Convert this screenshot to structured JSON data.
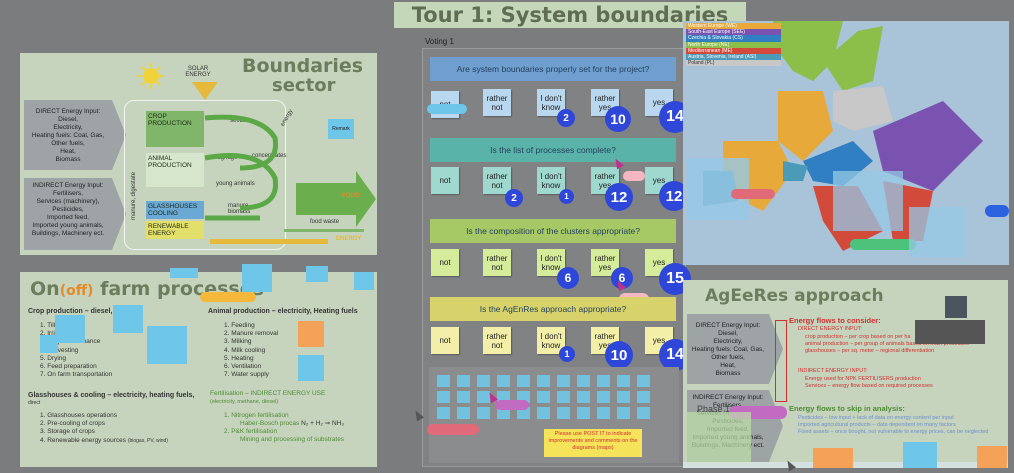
{
  "header": {
    "title": "Tour 1: System boundaries"
  },
  "boundaries": {
    "title_line1": "Boundaries",
    "title_line2": "sector",
    "solar": "SOLAR ENERGY",
    "direct_input": "DIRECT Energy Input:\nDiesel,\nElectricity,\nHeating fuels: Coal, Gas,\nOther fuels,\nHeat,\nBiomass",
    "indirect_input": "INDIRECT Energy Input:\nFertilisers,\nServices (machinery),\nPesticides,\nImported feed,\nImported young animals,\nBuildings, Machinery ect.",
    "crop": "CROP PRODUCTION",
    "animal": "ANIMAL PRODUCTION",
    "glass": "GLASSHOUSES COOLING",
    "renewable": "RENEWABLE ENERGY",
    "seeds": "seeds",
    "roughage": "roughage",
    "concentrates": "concentrates",
    "young": "young animals",
    "manure": "manure, biomass",
    "energy": "energy",
    "food": "FOOD",
    "food_waste": "food waste",
    "energy_out": "ENERGY",
    "remark": "Remark",
    "manure_side": "manure, digestate"
  },
  "onoff": {
    "title_on": "On",
    "title_off": "(off)",
    "title_rest": "farm processes",
    "crop_head": "Crop production – diesel,",
    "crop_head_small": "electricity",
    "crop_items": [
      "1. Tillage",
      "2. Irrigation",
      "3. Crop maintenance",
      "4. Harvesting",
      "5. Drying",
      "6. Feed preparation",
      "7. On farm transportation"
    ],
    "animal_head": "Animal production – electricity, Heating fuels",
    "animal_items": [
      "1. Feeding",
      "2. Manure removal",
      "3. Milking",
      "4. Milk cooling",
      "5. Heating",
      "6. Ventilation",
      "7. Water supply"
    ],
    "glass_head": "Glasshouses & cooling – electricity, heating fuels,",
    "glass_head_small": "direct",
    "glass_items": [
      "1. Glasshouses operations",
      "2. Pre-cooling of crops",
      "3. Storage of crops",
      "4. Renewable energy sources"
    ],
    "glass_items_small": "(biogas, PV, wind)",
    "fert_head": "Fertilisation – INDIRECT ENERGY USE",
    "fert_head2": "(electricity, methane, diesel)",
    "fert_items": [
      "1. Nitrogen fertilisation",
      "Haber-Bosch procas",
      "2. P&K fertilisation",
      "Mining and processing of substrates"
    ],
    "formula": "N₂ + H₂ ⇒ NH₃"
  },
  "voting": {
    "label": "Voting 1",
    "questions": [
      {
        "text": "Are system boundaries properly set for the project?",
        "color": "#6e9fcf",
        "options": [
          "not",
          "rather not",
          "I don't know",
          "rather yes",
          "yes"
        ],
        "note_color": "#b9d8f0",
        "counts": [
          "",
          "",
          "2",
          "10",
          "14"
        ]
      },
      {
        "text": "Is the list of processes complete?",
        "color": "#5ab3a8",
        "options": [
          "not",
          "rather not",
          "I don't know",
          "rather yes",
          "yes"
        ],
        "note_color": "#9fd8cf",
        "counts": [
          "",
          "2",
          "1",
          "12",
          "12"
        ]
      },
      {
        "text": "Is the composition of the clusters appropriate?",
        "color": "#a7c965",
        "options": [
          "not",
          "rather not",
          "I don't know",
          "rather yes",
          "yes"
        ],
        "note_color": "#d5ec9b",
        "counts": [
          "",
          "",
          "6",
          "6",
          "15"
        ]
      },
      {
        "text": "Is the AgEnRes approach appropriate?",
        "color": "#d7d36a",
        "options": [
          "not",
          "rather not",
          "I don't know",
          "rather yes",
          "yes"
        ],
        "note_color": "#f3efa8",
        "counts": [
          "",
          "",
          "1",
          "10",
          "14"
        ]
      }
    ],
    "postit_text": "Please use POST IT to indicate improvements and comments on the diagrams (maps)"
  },
  "map": {
    "legend": [
      {
        "label": "Western Europe (WE)",
        "color": "#e6a93a"
      },
      {
        "label": "South-East Europe (SEE)",
        "color": "#7a52b0"
      },
      {
        "label": "Czechia & Slovakia (CS)",
        "color": "#2f7fc2"
      },
      {
        "label": "North Europe (NE)",
        "color": "#8bbf4a"
      },
      {
        "label": "Mediterranean (ME)",
        "color": "#d24a3a"
      },
      {
        "label": "Austria, Slovenia, Ireland (ASI)",
        "color": "#4b9bb8"
      },
      {
        "label": "Poland (PL)",
        "color": "#c8c8c8"
      }
    ]
  },
  "approach": {
    "title": "AgEeRes approach",
    "direct": "DIRECT Energy Input:\nDiesel,\nElectricity,\nHeating fuels: Coal, Gas,\nOther fuels,\nHeat,\nBiomass",
    "indirect": "INDIRECT Energy Input:\nFertilisers,\nServices (machinery),\nPesticides,\nImported feed,\nImported young animals,\nBuildings, Machinery ect.",
    "phase": "Phase 1",
    "flows_head": "Energy flows to consider:",
    "direct_head": "DIRECT ENERGY INPUT:",
    "direct_items": [
      "crop production – per crop based on per ha",
      "animal production – per group of animals based on main processes",
      "glasshouses – per sq. meter – regional differentiation"
    ],
    "indirect_head": "INDIRECT ENERGY INPUT:",
    "indirect_items": [
      "Energy used for NPK FERTILISERS production",
      "Services – energy flow based on required processes"
    ],
    "skip_head": "Energy flows to skip in analysis:",
    "skip_items": [
      "Pesticides – low input + lack of data on energy content per input",
      "Imported agricultural products – data dependent on many factors",
      "Fixed assets – once bought, not vulnerable to energy prices, can be neglected"
    ]
  }
}
